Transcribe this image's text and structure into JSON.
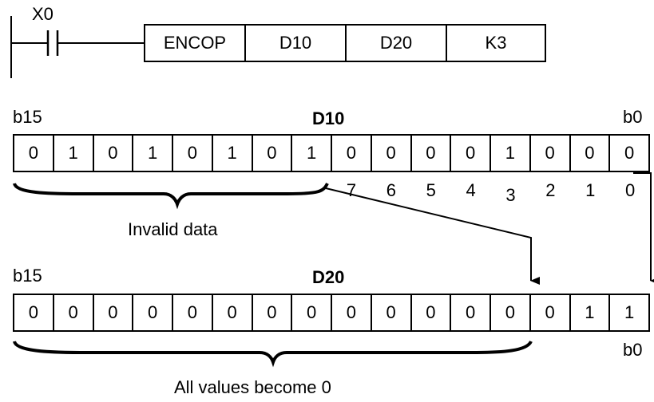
{
  "ladder": {
    "contact": "X0",
    "instruction": "ENCOP",
    "operand1": "D10",
    "operand2": "D20",
    "operand3": "K3"
  },
  "source": {
    "msb_label": "b15",
    "name": "D10",
    "lsb_label": "b0",
    "bits": [
      "0",
      "1",
      "0",
      "1",
      "0",
      "1",
      "0",
      "1",
      "0",
      "0",
      "0",
      "0",
      "1",
      "0",
      "0",
      "0"
    ],
    "bit_numbers": [
      "7",
      "6",
      "5",
      "4",
      "3",
      "2",
      "1",
      "0"
    ],
    "brace_label": "Invalid data"
  },
  "dest": {
    "msb_label": "b15",
    "name": "D20",
    "lsb_label": "b0",
    "bits": [
      "0",
      "0",
      "0",
      "0",
      "0",
      "0",
      "0",
      "0",
      "0",
      "0",
      "0",
      "0",
      "0",
      "0",
      "1",
      "1"
    ],
    "brace_label": "All values become 0"
  }
}
